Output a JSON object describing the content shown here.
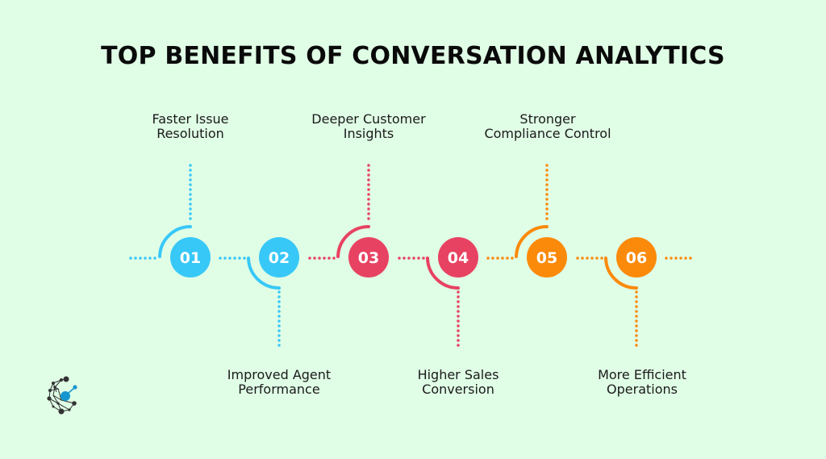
{
  "title": "TOP BENEFITS OF CONVERSATION ANALYTICS",
  "colors": {
    "background": "#e0fde6",
    "blue": "#38c8f8",
    "red": "#e84262",
    "orange": "#fb8a0a",
    "text": "#1a1a1a"
  },
  "steps": [
    {
      "number": "01",
      "label_line1": "Faster Issue",
      "label_line2": "Resolution",
      "position": "top",
      "color": "#38c8f8"
    },
    {
      "number": "02",
      "label_line1": "Improved Agent",
      "label_line2": "Performance",
      "position": "bottom",
      "color": "#38c8f8"
    },
    {
      "number": "03",
      "label_line1": "Deeper Customer",
      "label_line2": "Insights",
      "position": "top",
      "color": "#e84262"
    },
    {
      "number": "04",
      "label_line1": "Higher Sales",
      "label_line2": "Conversion",
      "position": "bottom",
      "color": "#e84262"
    },
    {
      "number": "05",
      "label_line1": "Stronger",
      "label_line2": "Compliance Control",
      "position": "top",
      "color": "#fb8a0a"
    },
    {
      "number": "06",
      "label_line1": "More Efficient",
      "label_line2": "Operations",
      "position": "bottom",
      "color": "#fb8a0a"
    }
  ],
  "logo": {
    "icon": "network-c-logo-icon"
  }
}
